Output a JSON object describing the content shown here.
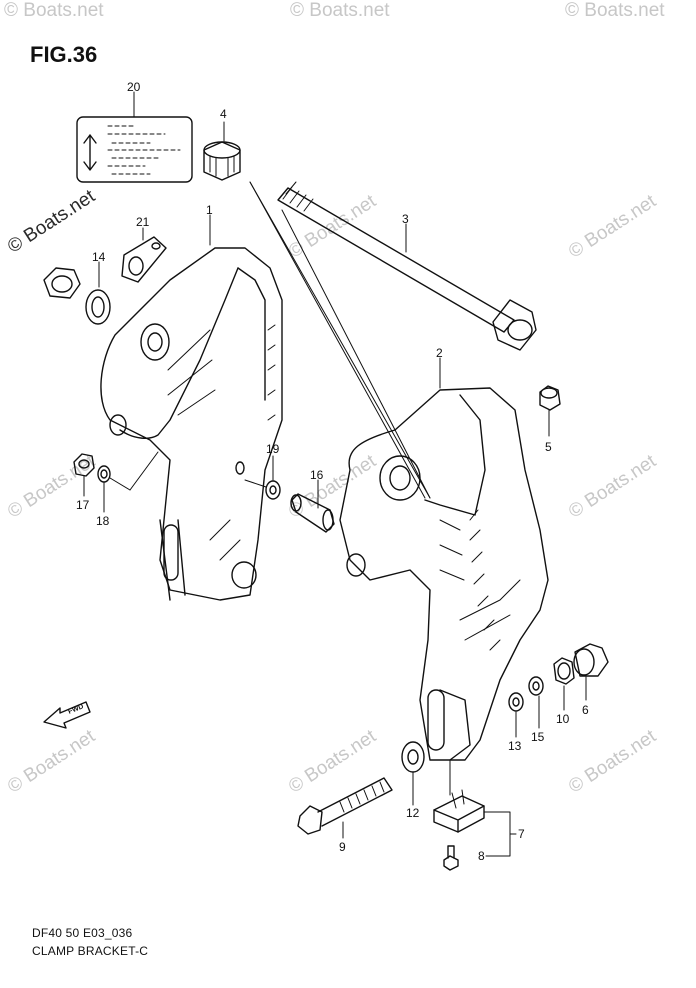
{
  "figure": {
    "title": "FIG.36"
  },
  "footer": {
    "model_code": "DF40 50 E03_036",
    "section_name": "CLAMP BRACKET-C"
  },
  "watermark": {
    "text": "© Boats.net"
  },
  "callouts": {
    "p1": "1",
    "p2": "2",
    "p3": "3",
    "p4": "4",
    "p5": "5",
    "p6": "6",
    "p7": "7",
    "p8": "8",
    "p9": "9",
    "p10": "10",
    "p12": "12",
    "p13": "13",
    "p14": "14",
    "p15": "15",
    "p16": "16",
    "p17": "17",
    "p18": "18",
    "p19": "19",
    "p20": "20",
    "p21": "21"
  },
  "fwd_label": "FWD",
  "icons": {
    "label_decal": "tilt-arrow-decal-icon",
    "fwd": "fwd-arrow-icon"
  }
}
